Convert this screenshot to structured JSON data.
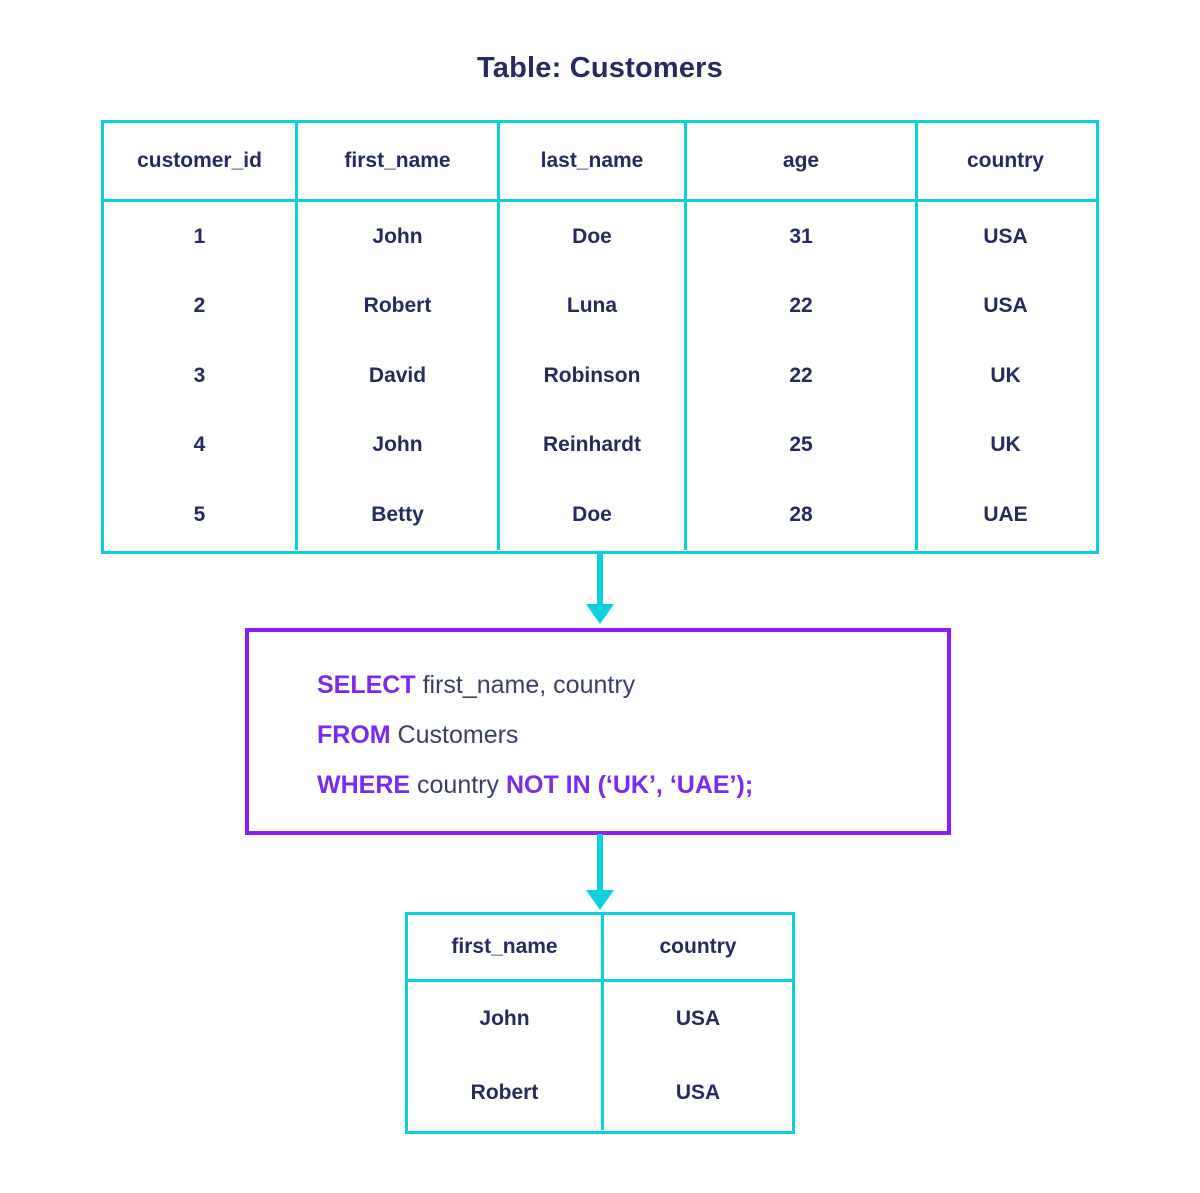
{
  "title": "Table: Customers",
  "colors": {
    "table_border": "#0ccfe0",
    "query_border": "#8a1ff5",
    "keyword": "#7b2bee",
    "text": "#262b5e",
    "identifier": "#3a4062",
    "arrow": "#0ccfe0"
  },
  "source_table": {
    "name": "Customers",
    "columns": [
      "customer_id",
      "first_name",
      "last_name",
      "age",
      "country"
    ],
    "rows": [
      [
        "1",
        "John",
        "Doe",
        "31",
        "USA"
      ],
      [
        "2",
        "Robert",
        "Luna",
        "22",
        "USA"
      ],
      [
        "3",
        "David",
        "Robinson",
        "22",
        "UK"
      ],
      [
        "4",
        "John",
        "Reinhardt",
        "25",
        "UK"
      ],
      [
        "5",
        "Betty",
        "Doe",
        "28",
        "UAE"
      ]
    ]
  },
  "query": {
    "line1": {
      "keyword": "SELECT",
      "rest": " first_name, country"
    },
    "line2": {
      "keyword": "FROM",
      "rest": " Customers"
    },
    "line3": {
      "keyword": "WHERE",
      "middle": " country ",
      "keyword2": "NOT IN (‘UK’, ‘UAE’);"
    },
    "full_text": "SELECT first_name, country FROM Customers WHERE country NOT IN (‘UK’, ‘UAE’);"
  },
  "result_table": {
    "columns": [
      "first_name",
      "country"
    ],
    "rows": [
      [
        "John",
        "USA"
      ],
      [
        "Robert",
        "USA"
      ]
    ]
  },
  "arrows": {
    "table_to_query": "down-arrow",
    "query_to_result": "down-arrow"
  }
}
